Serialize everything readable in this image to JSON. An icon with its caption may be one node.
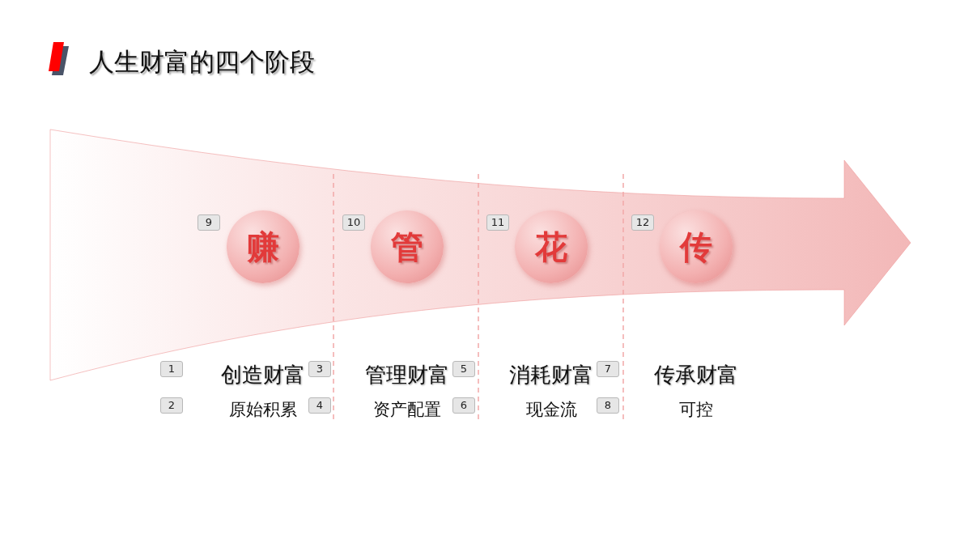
{
  "diagram": {
    "title": "人生财富的四个阶段",
    "nodes": [
      {
        "text": [
          "赚"
        ],
        "beside": [
          "9"
        ]
      },
      {
        "text": [
          "管"
        ],
        "beside": [
          "10"
        ]
      },
      {
        "text": [
          "花"
        ],
        "beside": [
          "11"
        ]
      },
      {
        "text": [
          "传"
        ],
        "beside": [
          "12"
        ]
      }
    ],
    "labels": [
      "1",
      "创造财富",
      "3",
      "管理财富",
      "5",
      "消耗财富",
      "7",
      "传承财富",
      "2",
      "原始积累",
      "4",
      "资产配置",
      "6",
      "现金流",
      "8",
      "可控"
    ]
  }
}
